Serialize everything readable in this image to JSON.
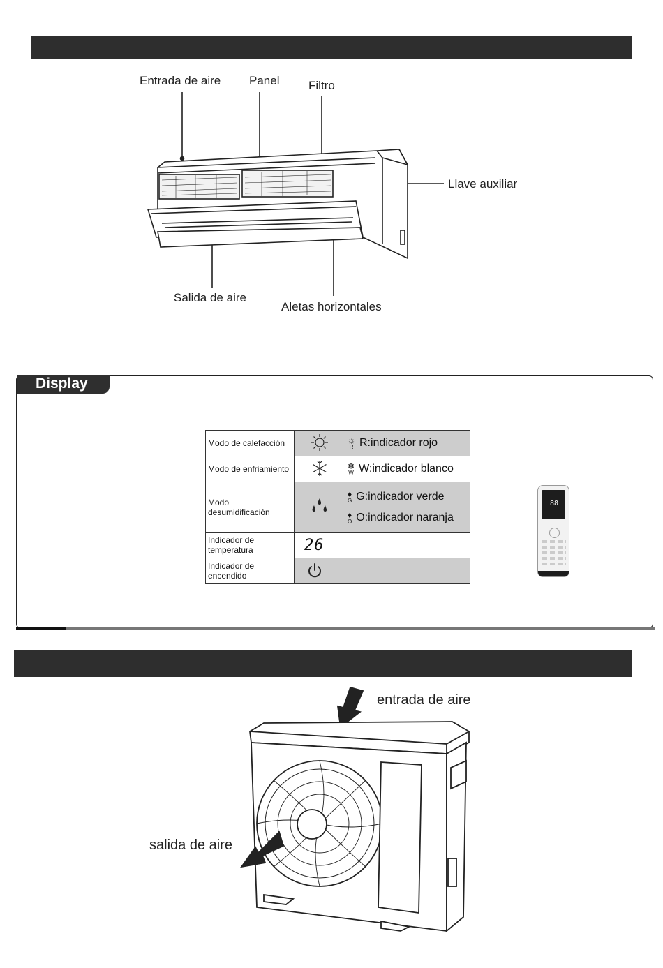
{
  "indoor": {
    "labels": {
      "air_inlet": "Entrada de aire",
      "panel": "Panel",
      "filter": "Filtro",
      "aux_key": "Llave auxiliar",
      "air_outlet": "Salida de aire",
      "louvers": "Aletas horizontales"
    }
  },
  "display": {
    "tab_label": "Display",
    "rows": [
      {
        "mode": "Modo de calefacción",
        "icon": "sun-icon",
        "indicator_letter": "R",
        "indicator_text": "R:indicador rojo"
      },
      {
        "mode": "Modo de enfriamiento",
        "icon": "snowflake-icon",
        "indicator_letter": "W",
        "indicator_text": "W:indicador blanco"
      },
      {
        "mode": "Modo desumidificación",
        "icon": "drops-icon",
        "indicators": [
          {
            "letter": "G",
            "text": "G:indicador verde"
          },
          {
            "letter": "O",
            "text": "O:indicador naranja"
          }
        ]
      },
      {
        "mode": "Indicador de temperatura",
        "display_value": "26"
      },
      {
        "mode": "Indicador de encendido",
        "icon": "power-icon"
      }
    ],
    "remote_screen_value": "88"
  },
  "outdoor": {
    "labels": {
      "air_inlet": "entrada de aire",
      "air_outlet": "salida de aire"
    }
  }
}
